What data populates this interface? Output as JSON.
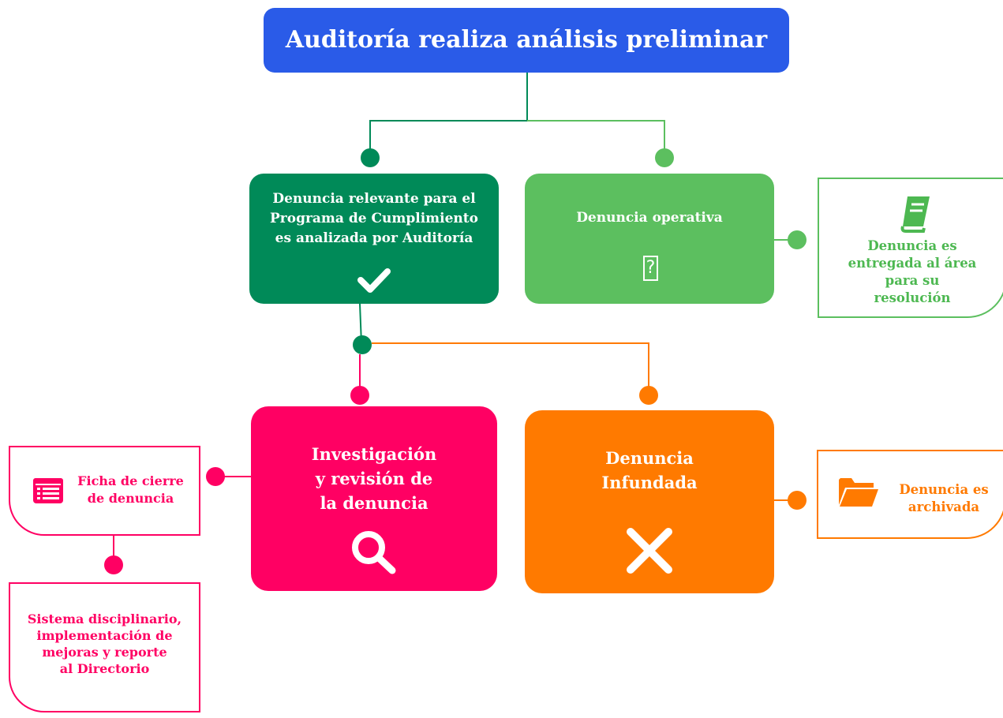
{
  "title": "Auditoría realiza análisis preliminar",
  "relevant": {
    "lines": [
      "Denuncia relevante para el",
      "Programa de Cumplimiento",
      "es analizada por Auditoría"
    ]
  },
  "operativa": {
    "label": "Denuncia operativa",
    "glyph": "?"
  },
  "operativa_note": {
    "lines": [
      "Denuncia es",
      "entregada al área",
      "para su",
      "resolución"
    ]
  },
  "investigacion": {
    "lines": [
      "Investigación",
      "y revisión de",
      "la denuncia"
    ]
  },
  "infundada": {
    "lines": [
      "Denuncia",
      "Infundada"
    ]
  },
  "archivada_note": {
    "lines": [
      "Denuncia es",
      "archivada"
    ]
  },
  "ficha_note": {
    "lines": [
      "Ficha de cierre",
      "de denuncia"
    ]
  },
  "sistema_note": {
    "lines": [
      "Sistema disciplinario,",
      "implementación de",
      "mejoras y reporte",
      "al Directorio"
    ]
  },
  "colors": {
    "blue": "#2a5be8",
    "dark_green": "#008a58",
    "light_green": "#5cbf5f",
    "pink": "#ff0063",
    "orange": "#ff7a00"
  },
  "icons": {
    "relevant": "check-icon",
    "operativa": "question-box-icon",
    "operativa_note": "book-icon",
    "investigacion": "search-icon",
    "infundada": "close-icon",
    "archivada_note": "folder-open-icon",
    "ficha_note": "list-card-icon"
  }
}
